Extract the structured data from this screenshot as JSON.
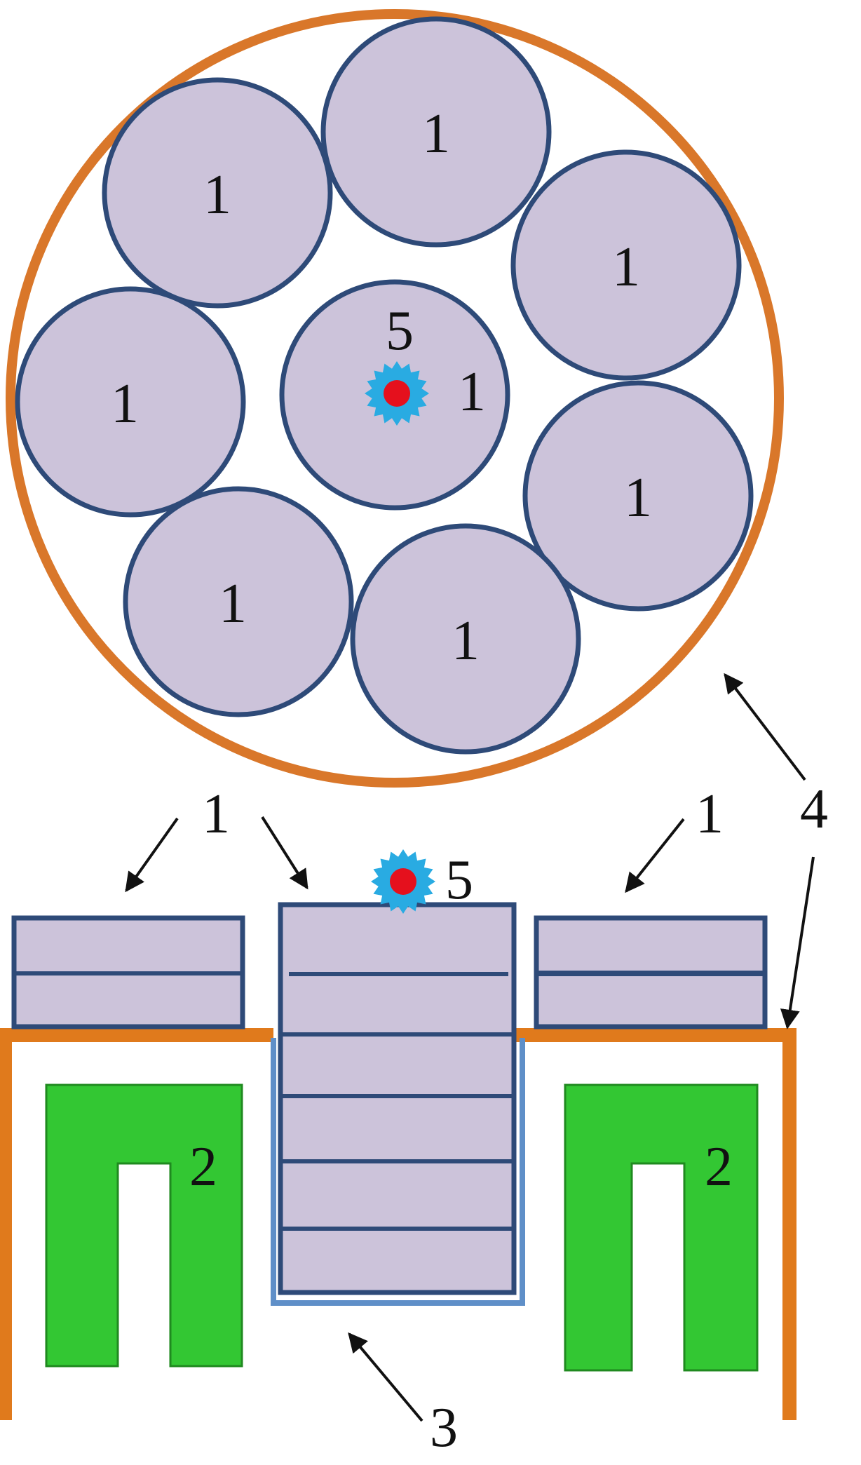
{
  "colors": {
    "disk_fill": "#ccc3da",
    "disk_stroke": "#2e4a78",
    "outer_ring": "#d9772a",
    "housing": "#e07a1c",
    "magnet": "#33c733",
    "magnet_stroke": "#1f8a1f",
    "tube": "#5f8fc8",
    "point_glow": "#29abe2",
    "point_core": "#e5101d",
    "arrow": "#111111",
    "label": "#111111"
  },
  "icons": {
    "point": "starburst-dot-icon",
    "arrow": "arrow-icon"
  },
  "labels": {
    "disk": "1",
    "magnet": "2",
    "tube": "3",
    "housing": "4",
    "point": "5"
  }
}
